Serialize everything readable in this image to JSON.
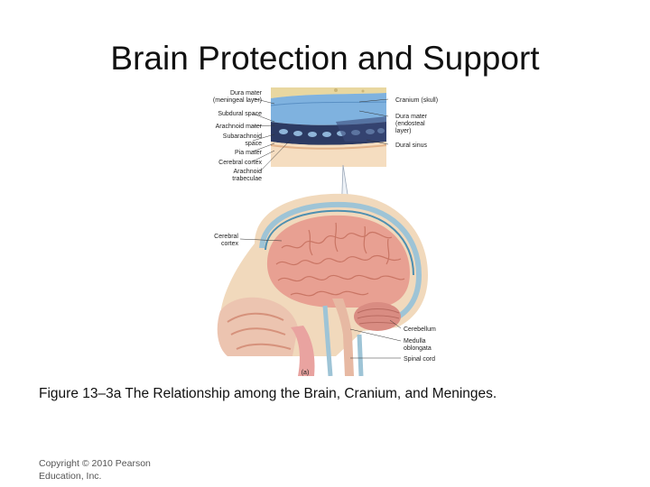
{
  "slide": {
    "title": "Brain Protection and Support",
    "caption": "Figure 13–3a The Relationship among the Brain, Cranium, and Meninges.",
    "copyright": "Copyright © 2010 Pearson Education, Inc."
  },
  "figure": {
    "panel_label": "(a)",
    "left_labels": {
      "dura_meningeal_1": "Dura mater",
      "dura_meningeal_2": "(meningeal layer)",
      "subdural": "Subdural space",
      "arachnoid": "Arachnoid mater",
      "subarachnoid_1": "Subarachnoid",
      "subarachnoid_2": "space",
      "pia": "Pia mater",
      "cortex_inset": "Cerebral cortex",
      "trabeculae_1": "Arachnoid",
      "trabeculae_2": "trabeculae",
      "cortex_1": "Cerebral",
      "cortex_2": "cortex"
    },
    "right_labels": {
      "cranium": "Cranium (skull)",
      "dura_endosteal_1": "Dura mater",
      "dura_endosteal_2": "(endosteal",
      "dura_endosteal_3": "layer)",
      "dural_sinus": "Dural sinus",
      "cerebellum": "Cerebellum",
      "medulla_1": "Medulla",
      "medulla_2": "oblongata",
      "spinal_cord": "Spinal cord"
    }
  }
}
